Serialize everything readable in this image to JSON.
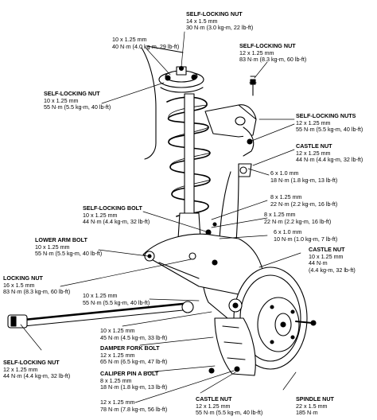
{
  "labels": [
    {
      "id": "top-nut",
      "lines": [
        "SELF-LOCKING NUT",
        "14 x 1.5 mm",
        "30 N·m (3.0 kg-m, 22 lb-ft)"
      ]
    },
    {
      "id": "mount-nut",
      "lines": [
        "10 x 1.25 mm",
        "40 N·m (4.0 kg-m, 29 lb-ft)"
      ]
    },
    {
      "id": "right-top-nut",
      "lines": [
        "SELF-LOCKING NUT",
        "12 x 1.25 mm",
        "83 N·m (8.3 kg-m, 60 lb-ft)"
      ]
    },
    {
      "id": "left-nut",
      "lines": [
        "SELF-LOCKING NUT",
        "10 x 1.25 mm",
        "55 N·m (5.5 kg-m, 40 lb-ft)"
      ]
    },
    {
      "id": "upper-arm-nuts",
      "lines": [
        "SELF-LOCKING NUTS",
        "12 x 1.25 mm",
        "55 N·m (5.5 kg-m, 40 lb-ft)"
      ]
    },
    {
      "id": "castle-nut-upper",
      "lines": [
        "CASTLE NUT",
        "12 x 1.25 mm",
        "44 N·m (4.4 kg-m, 32 lb-ft)"
      ]
    },
    {
      "id": "bolt-6x1",
      "lines": [
        "6 x 1.0 mm",
        "18 N·m (1.8 kg-m, 13 lb-ft)"
      ]
    },
    {
      "id": "bolt-8x125-a",
      "lines": [
        "8 x 1.25 mm",
        "22 N·m (2.2 kg-m, 16 lb-ft)"
      ]
    },
    {
      "id": "bolt-8x125-b",
      "lines": [
        "8 x 1.25 mm",
        "22 N·m (2.2 kg-m, 16 lb-ft)"
      ]
    },
    {
      "id": "self-locking-bolt",
      "lines": [
        "SELF-LOCKING BOLT",
        "10 x 1.25 mm",
        "44 N·m (4.4 kg-m, 32 lb-ft)"
      ]
    },
    {
      "id": "bolt-6x1-b",
      "lines": [
        "6 x 1.0 mm",
        "10 N·m (1.0 kg-m, 7 lb-ft)"
      ]
    },
    {
      "id": "lower-arm-bolt",
      "lines": [
        "LOWER ARM BOLT",
        "10 x 1.25 mm",
        "55 N·m (5.5 kg-m, 40 lb-ft)"
      ]
    },
    {
      "id": "castle-nut-mid",
      "lines": [
        "CASTLE NUT",
        "10 x 1.25 mm",
        "44 N·m",
        "(4.4 kg-m, 32 lb-ft)"
      ]
    },
    {
      "id": "locking-nut",
      "lines": [
        "LOCKING NUT",
        "16 x 1.5 mm",
        "83 N·m (8.3 kg-m, 60 lb-ft)"
      ]
    },
    {
      "id": "bolt-10x125-a",
      "lines": [
        "10 x 1.25 mm",
        "55 N·m (5.5 kg-m, 40 lb-ft)"
      ]
    },
    {
      "id": "bolt-10x125-b",
      "lines": [
        "10 x 1.25 mm",
        "45 N·m (4.5 kg-m, 33 lb-ft)"
      ]
    },
    {
      "id": "damper-fork-bolt",
      "lines": [
        "DAMPER FORK BOLT",
        "12 x 1.25 mm",
        "65 N·m (6.5 kg-m, 47 lb-ft)"
      ]
    },
    {
      "id": "self-locking-nut-bl",
      "lines": [
        "SELF-LOCKING NUT",
        "12 x 1.25 mm",
        "44 N·m (4.4 kg-m, 32 lb-ft)"
      ]
    },
    {
      "id": "caliper-pin-bolt",
      "lines": [
        "CALIPER PIN A BOLT",
        "8 x 1.25 mm",
        "18 N·m (1.8 kg-m, 13 lb-ft)"
      ]
    },
    {
      "id": "bolt-12x125",
      "lines": [
        "12 x 1.25 mm",
        "78 N·m (7.8 kg-m, 56 lb-ft)"
      ]
    },
    {
      "id": "castle-nut-bottom",
      "lines": [
        "CASTLE NUT",
        "12 x 1.25 mm",
        "55 N·m (5.5 kg-m, 40 lb-ft)"
      ]
    },
    {
      "id": "spindle-nut",
      "lines": [
        "SPINDLE NUT",
        "22 x 1.5 mm",
        "185 N·m"
      ]
    }
  ]
}
